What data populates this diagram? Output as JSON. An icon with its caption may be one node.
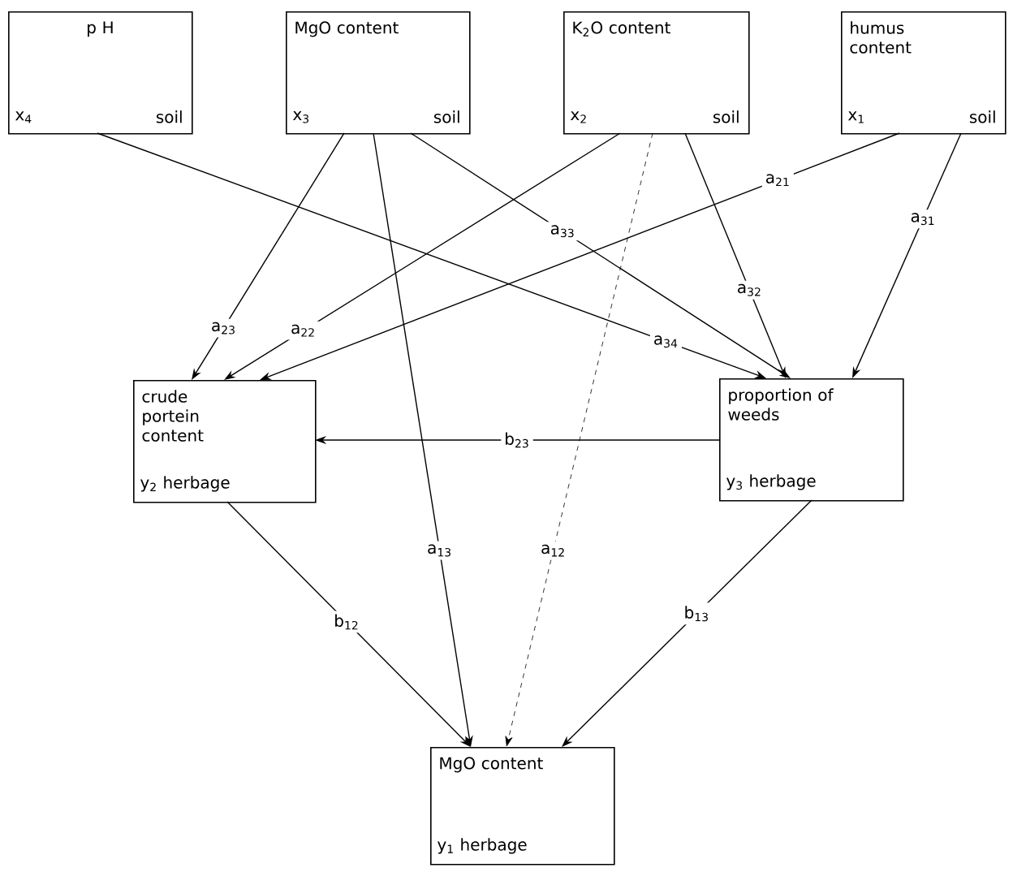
{
  "diagram": {
    "nodes": [
      {
        "text": [
          "p H",
          "x$_{4}$",
          "soil"
        ]
      },
      {
        "text": [
          "MgO content",
          "x$_{3}$",
          "soil"
        ]
      },
      {
        "text": [
          "K$_{2}$O content",
          "x$_{2}$",
          "soil"
        ]
      },
      {
        "text": [
          "humus content",
          "x$_{1}$",
          "soil"
        ]
      },
      {
        "text": [
          "crude portein content",
          "y$_{2}$ herbage"
        ]
      },
      {
        "text": [
          "proportion of weeds",
          "y$_{3}$ herbage"
        ]
      },
      {
        "text": [
          "MgO content",
          "y$_{1}$ herbage"
        ]
      }
    ],
    "edges": [
      {
        "from": 0,
        "to": 5,
        "arrow": "to",
        "label": "a$_{34}$"
      },
      {
        "from": 1,
        "to": 4,
        "arrow": "to",
        "label": "a$_{23}$"
      },
      {
        "from": 1,
        "to": 6,
        "arrow": "to",
        "label": "a$_{13}$"
      },
      {
        "from": 1,
        "to": 5,
        "arrow": "to",
        "label": "a$_{33}$"
      },
      {
        "from": 2,
        "to": 4,
        "arrow": "to",
        "label": "a$_{22}$"
      },
      {
        "from": 2,
        "to": 6,
        "arrow": "to",
        "label": "a$_{12}$",
        "style": "dashed"
      },
      {
        "from": 2,
        "to": 5,
        "arrow": "to",
        "label": "a$_{32}$"
      },
      {
        "from": 3,
        "to": 4,
        "arrow": "to",
        "label": "a$_{21}$"
      },
      {
        "from": 3,
        "to": 5,
        "arrow": "to",
        "label": "a$_{31}$"
      },
      {
        "from": 5,
        "to": 4,
        "arrow": "to",
        "label": "b$_{23}$"
      },
      {
        "from": 4,
        "to": 6,
        "arrow": "to",
        "label": "b$_{12}$"
      },
      {
        "from": 5,
        "to": 6,
        "arrow": "to",
        "label": "b$_{13}$"
      }
    ]
  }
}
